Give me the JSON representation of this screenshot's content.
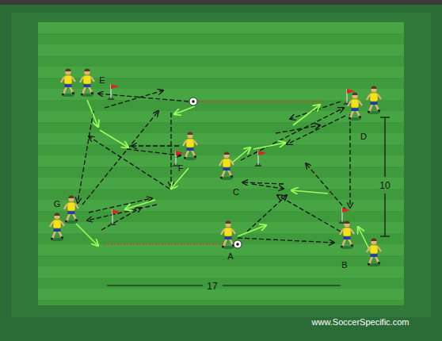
{
  "diagram": {
    "labels": [
      "E",
      "D",
      "F",
      "C",
      "G",
      "A",
      "B",
      "10",
      "17",
      "www.SoccerSpecific.com"
    ]
  }
}
